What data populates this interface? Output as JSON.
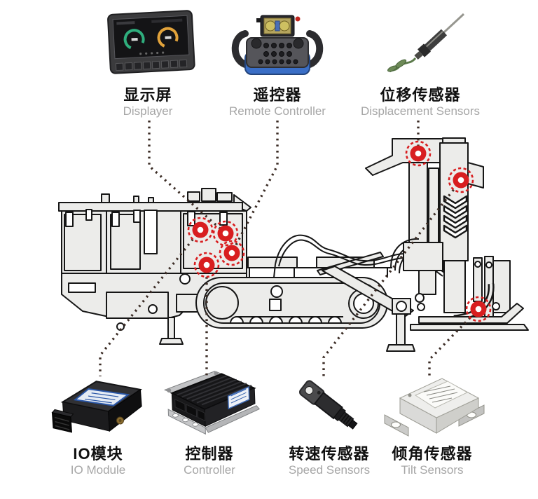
{
  "components": {
    "top": [
      {
        "id": "displayer",
        "label_cn": "显示屏",
        "label_en": "Displayer"
      },
      {
        "id": "remote_controller",
        "label_cn": "遥控器",
        "label_en": "Remote Controller"
      },
      {
        "id": "displacement_sensors",
        "label_cn": "位移传感器",
        "label_en": "Displacement Sensors"
      }
    ],
    "bottom": [
      {
        "id": "io_module",
        "label_cn": "IO模块",
        "label_en": "IO Module"
      },
      {
        "id": "controller",
        "label_cn": "控制器",
        "label_en": "Controller"
      },
      {
        "id": "speed_sensors",
        "label_cn": "转速传感器",
        "label_en": "Speed Sensors"
      },
      {
        "id": "tilt_sensors",
        "label_cn": "倾角传感器",
        "label_en": "Tilt Sensors"
      }
    ]
  },
  "colors": {
    "marker_red": "#d81e20",
    "connector_line": "#3b2c25",
    "label_cn_color": "#111111",
    "label_en_color": "#a6a6a6"
  }
}
